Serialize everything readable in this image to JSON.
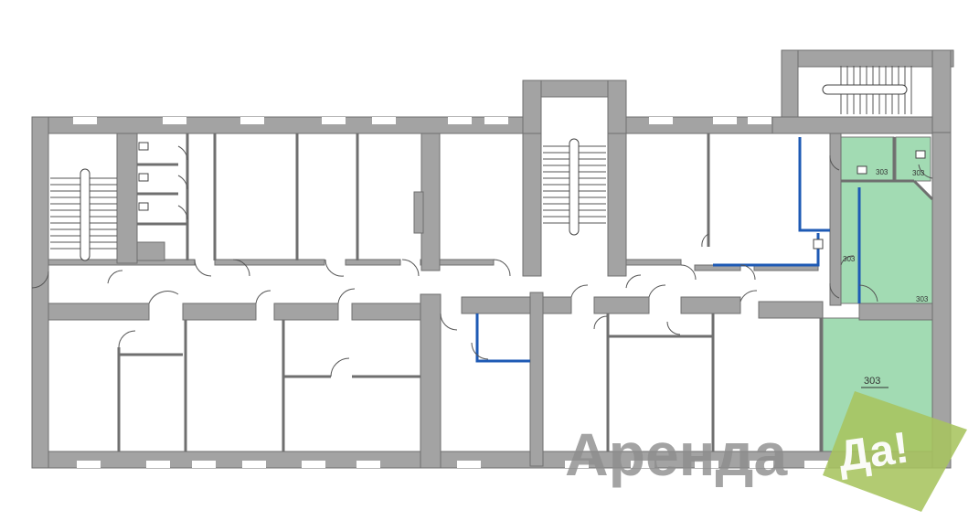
{
  "rooms": {
    "r1": "303",
    "r2": "303",
    "r3": "303",
    "r4": "303",
    "r5": "303"
  },
  "logo": {
    "text": "Аренда Да!",
    "word": "Аренда",
    "tag": "Да!",
    "text_color": "#8d8d8d",
    "badge_color": "#a7c45f"
  },
  "colors": {
    "wall": "#a3a3a3",
    "rent_area": "#a2dbb3",
    "partition_blue": "#1e5ab4"
  }
}
